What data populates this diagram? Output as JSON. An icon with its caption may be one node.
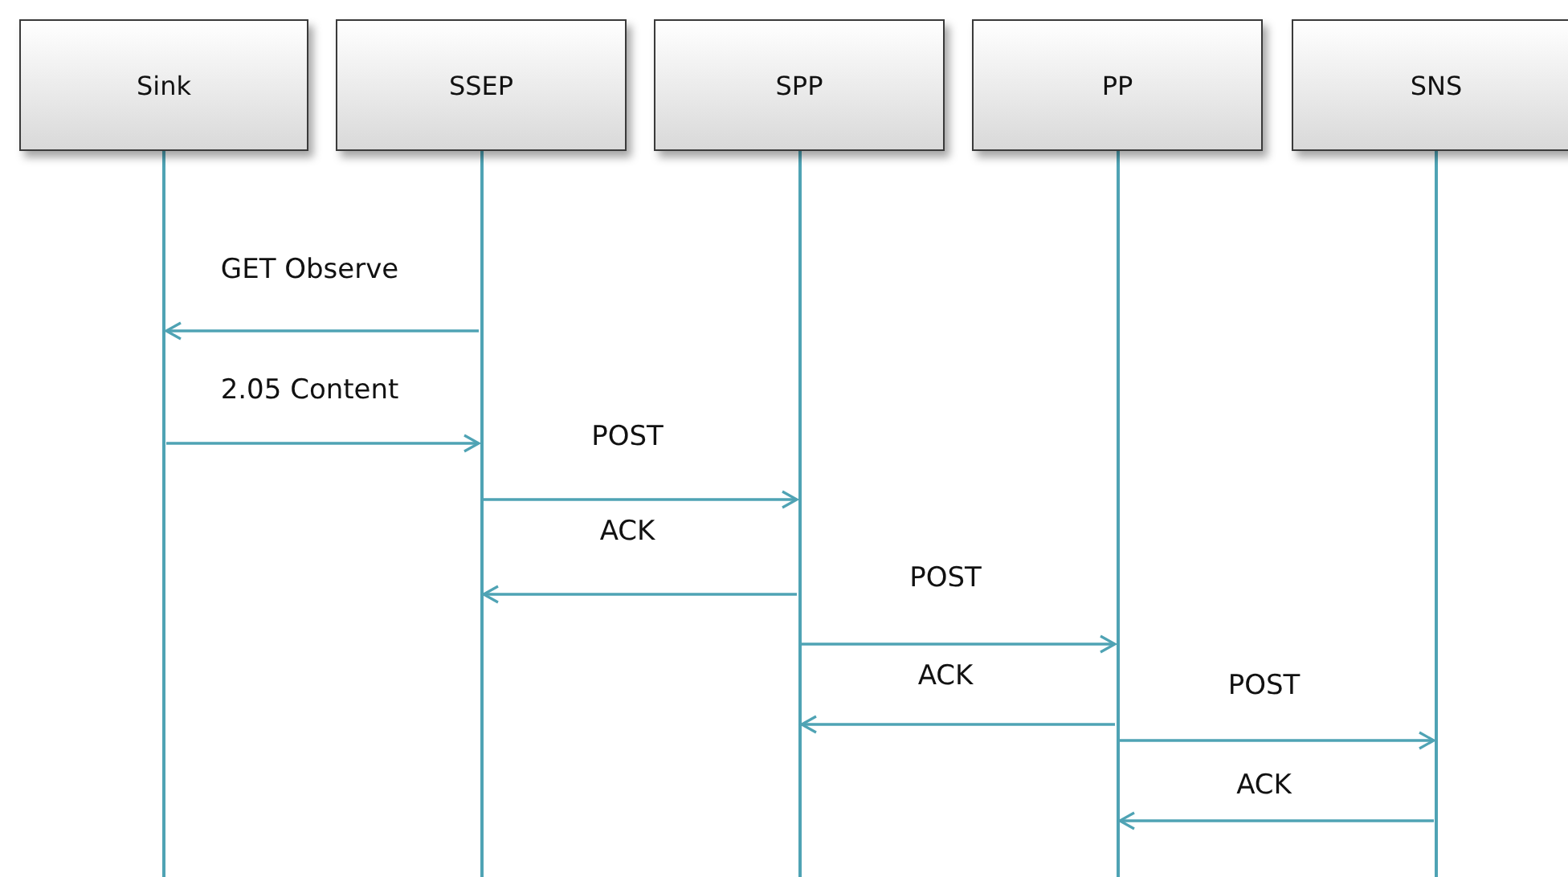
{
  "diagram": {
    "nodes": [
      {
        "text": [
          "Sink"
        ]
      },
      {
        "text": [
          "SSEP"
        ]
      },
      {
        "text": [
          "SPP"
        ]
      },
      {
        "text": [
          "PP"
        ]
      },
      {
        "text": [
          "SNS"
        ]
      }
    ],
    "edges": [
      {
        "from": 1,
        "to": 0,
        "arrow": "to",
        "label": "GET Observe"
      },
      {
        "from": 0,
        "to": 1,
        "arrow": "to",
        "label": "2.05 Content"
      },
      {
        "from": 1,
        "to": 2,
        "arrow": "to",
        "label": "POST"
      },
      {
        "from": 2,
        "to": 1,
        "arrow": "to",
        "label": "ACK"
      },
      {
        "from": 2,
        "to": 3,
        "arrow": "to",
        "label": "POST"
      },
      {
        "from": 3,
        "to": 2,
        "arrow": "to",
        "label": "ACK"
      },
      {
        "from": 3,
        "to": 4,
        "arrow": "to",
        "label": "POST"
      },
      {
        "from": 4,
        "to": 3,
        "arrow": "to",
        "label": "ACK"
      }
    ]
  }
}
